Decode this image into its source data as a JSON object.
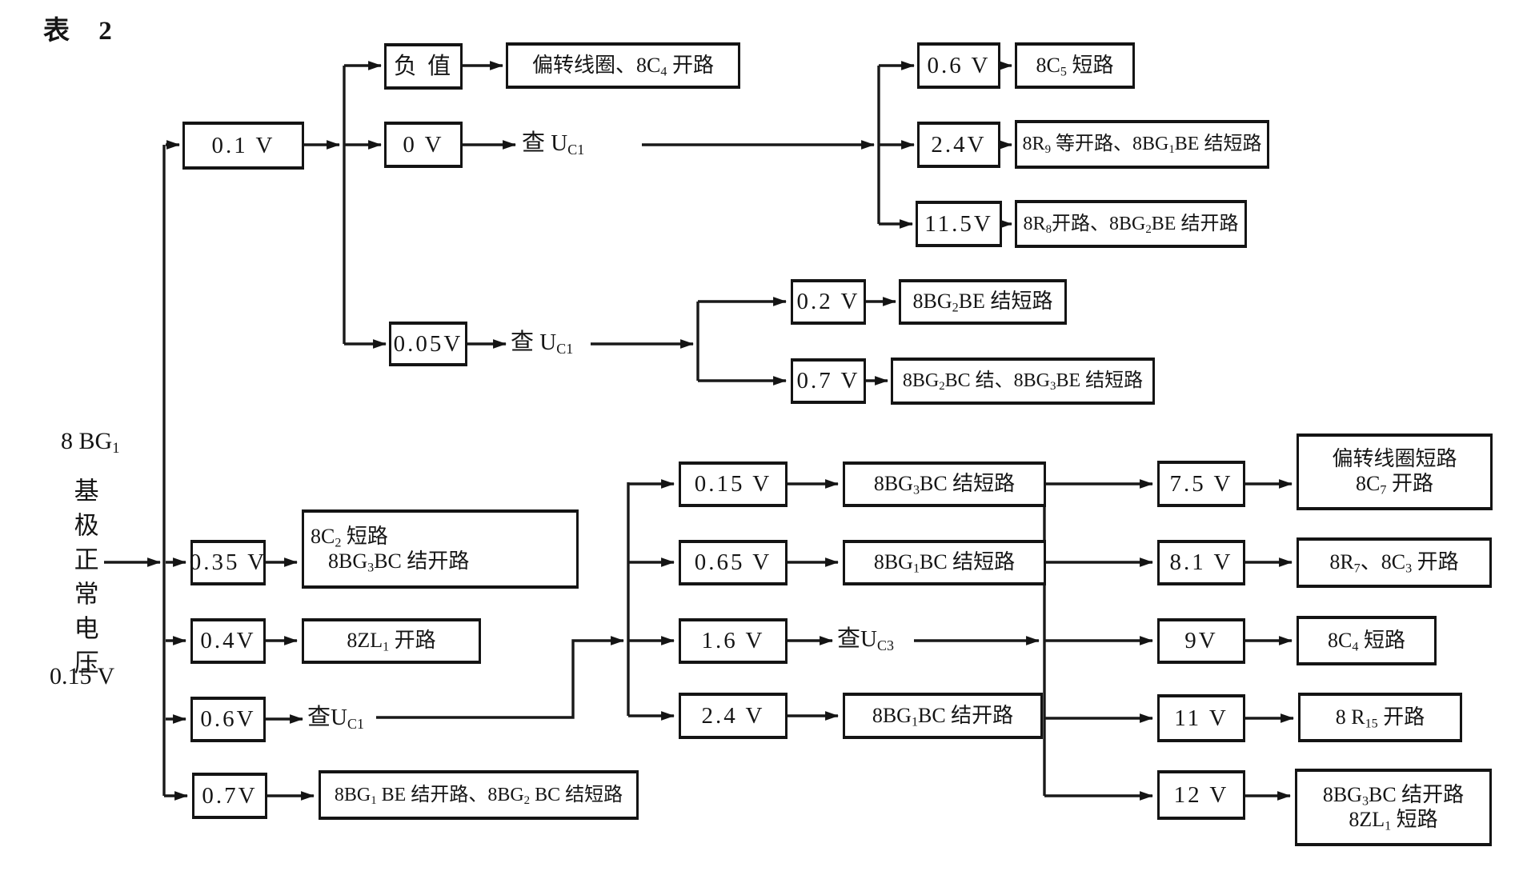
{
  "title": "表 2",
  "source": {
    "component": "8 BG{1}",
    "label_vertical": "基极正常电压",
    "normal_voltage": "0.15 V"
  },
  "nodes": {
    "v01": "0.1 V",
    "neg": "负 值",
    "v0": "0 V",
    "v005": "0.05V",
    "chk_uc1_top": "查 U{C1}",
    "chk_uc1_mid": "查 U{C1}",
    "chk_uc1_low": "查U{C1}",
    "chk_uc3": "查U{C3}",
    "res_neg": "偏转线圈、8C{4} 开路",
    "t06": "0.6 V",
    "t24": "2.4V",
    "t115": "11.5V",
    "res_06": "8C{5} 短路",
    "res_24": "8R{9} 等开路、8BG{1}BE 结短路",
    "res_115": "8R{8}开路、8BG{2}BE 结开路",
    "s02": "0.2 V",
    "s07": "0.7 V",
    "res_02": "8BG{2}BE 结短路",
    "res_07t": "8BG{2}BC 结、8BG{3}BE 结短路",
    "b035": "0.35 V",
    "b04": "0.4V",
    "b06": "0.6V",
    "b07": "0.7V",
    "res_035": [
      "8C{2} 短路",
      "8BG{3}BC 结开路"
    ],
    "res_04": "8ZL{1} 开路",
    "res_b07": "8BG{1} BE 结开路、8BG{2} BC 结短路",
    "m015": "0.15 V",
    "m065": "0.65 V",
    "m16": "1.6 V",
    "m24": "2.4 V",
    "res_m015": "8BG{3}BC 结短路",
    "res_m065": "8BG{1}BC 结短路",
    "res_m24": "8BG{1}BC 结开路",
    "r75": "7.5 V",
    "r81": "8.1 V",
    "r9": "9V",
    "r11": "11 V",
    "r12": "12 V",
    "res_r75": [
      "偏转线圈短路",
      "8C{7} 开路"
    ],
    "res_r81": "8R{7}、8C{3} 开路",
    "res_r9": "8C{4} 短路",
    "res_r11": "8 R{15} 开路",
    "res_r12": [
      "8BG{3}BC 结开路",
      "8ZL{1} 短路"
    ]
  }
}
